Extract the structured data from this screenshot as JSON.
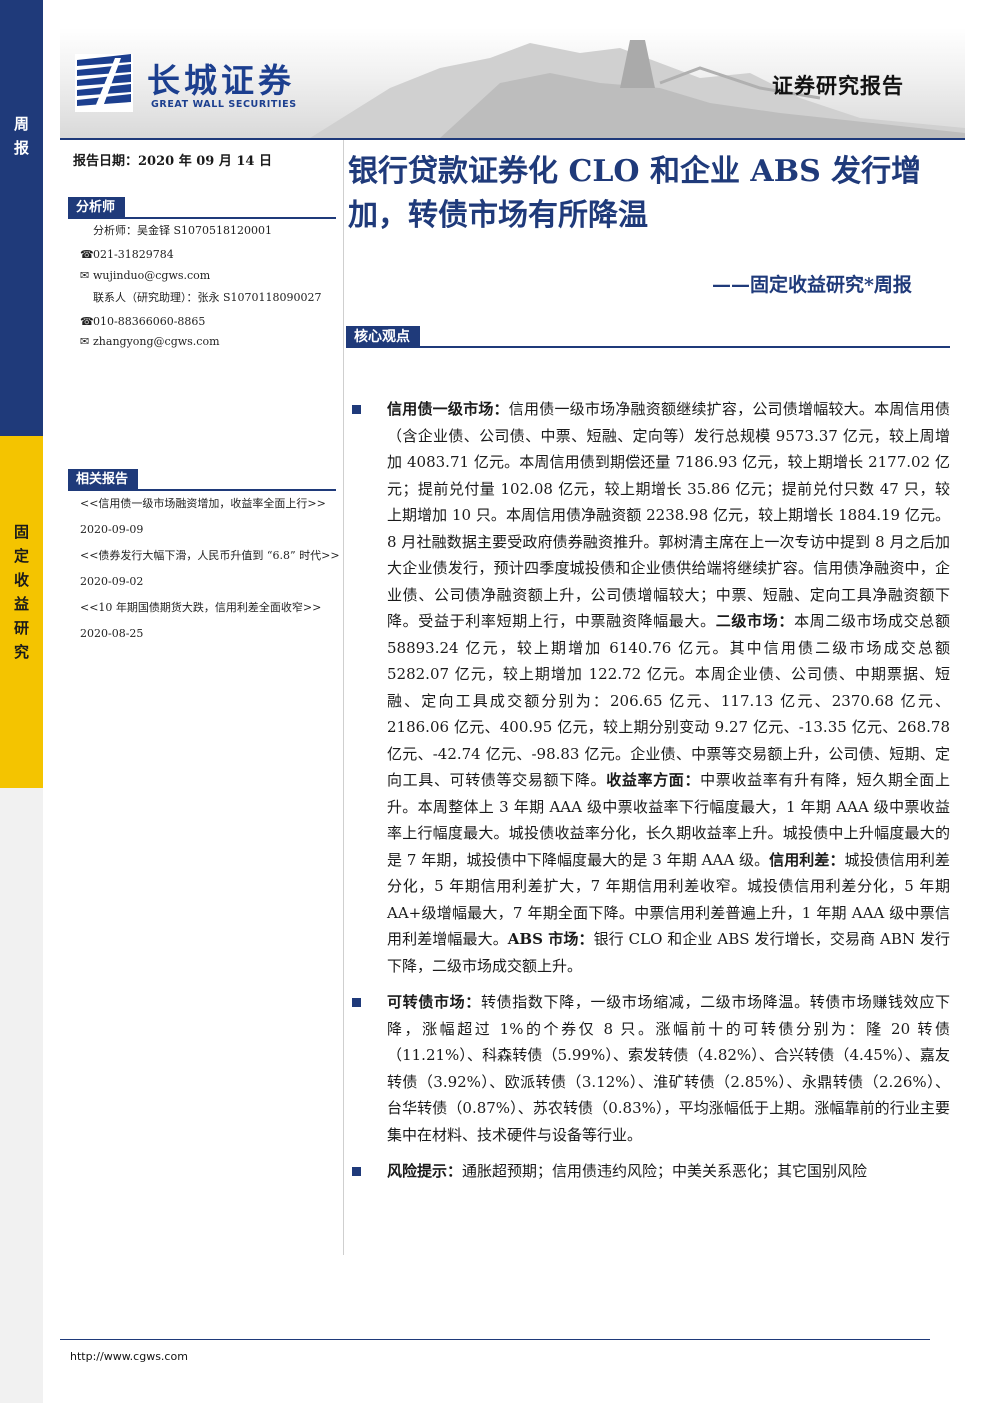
{
  "side": {
    "top": [
      "周",
      "报"
    ],
    "mid": [
      "固",
      "定",
      "收",
      "益",
      "研",
      "究"
    ]
  },
  "header": {
    "logo_cn": "长城证券",
    "logo_en": "GREAT WALL SECURITIES",
    "doc_type": "证券研究报告"
  },
  "report_date": "报告日期：2020 年 09 月 14 日",
  "analyst": {
    "section_label": "分析师",
    "lines": [
      {
        "icon": "",
        "text": "分析师：吴金铎 S1070518120001"
      },
      {
        "icon": "☎",
        "text": "021-31829784"
      },
      {
        "icon": "✉",
        "text": "wujinduo@cgws.com"
      },
      {
        "icon": "",
        "text": "联系人（研究助理）：张永 S1070118090027"
      },
      {
        "icon": "☎",
        "text": "010-88366060-8865"
      },
      {
        "icon": "✉",
        "text": "zhangyong@cgws.com"
      }
    ]
  },
  "related": {
    "section_label": "相关报告",
    "items": [
      "<<信用债一级市场融资增加，收益率全面上行>> 2020-09-09",
      "<<债券发行大幅下滑，人民币升值到 “6.8” 时代>> 2020-09-02",
      "<<10 年期国债期货大跌，信用利差全面收窄>> 2020-08-25"
    ]
  },
  "title": "银行贷款证券化 CLO 和企业 ABS 发行增加，转债市场有所降温",
  "subtitle": "——固定收益研究*周报",
  "core_label": "核心观点",
  "bullets": [
    {
      "segments": [
        {
          "b": true,
          "t": "信用债一级市场："
        },
        {
          "b": false,
          "t": "信用债一级市场净融资额继续扩容，公司债增幅较大。本周信用债（含企业债、公司债、中票、短融、定向等）发行总规模 9573.37 亿元，较上周增加 4083.71 亿元。本周信用债到期偿还量 7186.93 亿元，较上期增长 2177.02 亿元；提前兑付量 102.08 亿元，较上期增长 35.86 亿元；提前兑付只数 47 只，较上期增加 10 只。本周信用债净融资额 2238.98 亿元，较上期增长 1884.19 亿元。8 月社融数据主要受政府债券融资推升。郭树清主席在上一次专访中提到 8 月之后加大企业债发行，预计四季度城投债和企业债供给端将继续扩容。信用债净融资中，企业债、公司债净融资额上升，公司债增幅较大；中票、短融、定向工具净融资额下降。受益于利率短期上行，中票融资降幅最大。"
        },
        {
          "b": true,
          "t": "二级市场："
        },
        {
          "b": false,
          "t": "本周二级市场成交总额 58893.24 亿元，较上期增加 6140.76 亿元。其中信用债二级市场成交总额 5282.07 亿元，较上期增加 122.72 亿元。本周企业债、公司债、中期票据、短融、定向工具成交额分别为：206.65 亿元、117.13 亿元、2370.68 亿元、2186.06 亿元、400.95 亿元，较上期分别变动 9.27 亿元、-13.35 亿元、268.78 亿元、-42.74 亿元、-98.83 亿元。企业债、中票等交易额上升，公司债、短期、定向工具、可转债等交易额下降。"
        },
        {
          "b": true,
          "t": "收益率方面："
        },
        {
          "b": false,
          "t": "中票收益率有升有降，短久期全面上升。本周整体上 3 年期 AAA 级中票收益率下行幅度最大，1 年期 AAA 级中票收益率上行幅度最大。城投债收益率分化，长久期收益率上升。城投债中上升幅度最大的是 7 年期，城投债中下降幅度最大的是 3 年期 AAA 级。"
        },
        {
          "b": true,
          "t": "信用利差："
        },
        {
          "b": false,
          "t": "城投债信用利差分化，5 年期信用利差扩大，7 年期信用利差收窄。城投债信用利差分化，5 年期 AA+级增幅最大，7 年期全面下降。中票信用利差普遍上升，1 年期 AAA 级中票信用利差增幅最大。"
        },
        {
          "b": true,
          "t": "ABS 市场："
        },
        {
          "b": false,
          "t": "银行 CLO 和企业 ABS 发行增长，交易商 ABN 发行下降，二级市场成交额上升。"
        }
      ]
    },
    {
      "segments": [
        {
          "b": true,
          "t": "可转债市场："
        },
        {
          "b": false,
          "t": "转债指数下降，一级市场缩减，二级市场降温。转债市场赚钱效应下降，涨幅超过 1%的个券仅 8 只。涨幅前十的可转债分别为：隆 20 转债（11.21%）、科森转债（5.99%）、索发转债（4.82%）、合兴转债（4.45%）、嘉友转债（3.92%）、欧派转债（3.12%）、淮矿转债（2.85%）、永鼎转债（2.26%）、台华转债（0.87%）、苏农转债（0.83%），平均涨幅低于上期。涨幅靠前的行业主要集中在材料、技术硬件与设备等行业。"
        }
      ]
    },
    {
      "segments": [
        {
          "b": true,
          "t": "风险提示："
        },
        {
          "b": false,
          "t": "通胀超预期；信用债违约风险；中美关系恶化；其它国别风险"
        }
      ]
    }
  ],
  "footer": {
    "url": "http://www.cgws.com"
  },
  "colors": {
    "navy": "#1f3a7a",
    "yellow": "#f4c400",
    "brand_blue": "#1c3f8f"
  }
}
